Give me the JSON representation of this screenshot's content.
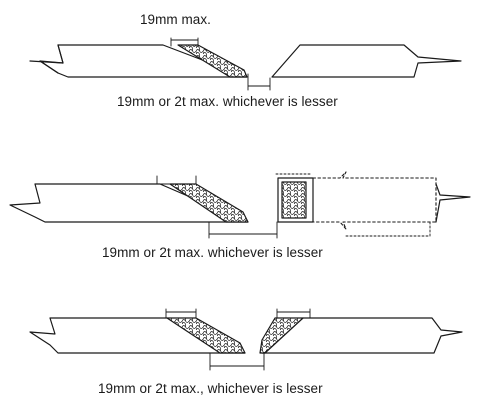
{
  "labels": {
    "top_dimension": "19mm max.",
    "caption_1": "19mm or 2t max. whichever is lesser",
    "caption_2": "19mm or 2t max. whichever is lesser",
    "caption_3": "19mm or 2t max., whichever is lesser"
  },
  "colors": {
    "line": "#1a1a1a",
    "background": "#ffffff"
  }
}
